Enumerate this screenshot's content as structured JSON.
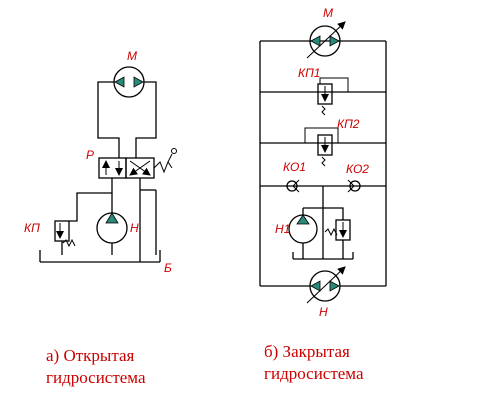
{
  "labels": {
    "a_motor": "М",
    "a_distributor": "Р",
    "a_relief_valve": "КП",
    "a_pump": "Н",
    "a_tank": "Б",
    "b_motor": "М",
    "b_relief_valve_1": "КП1",
    "b_relief_valve_2": "КП2",
    "b_check_valve_1": "КО1",
    "b_check_valve_2": "КО2",
    "b_boost_pump": "Н1",
    "b_main_pump": "Н"
  },
  "captions": {
    "open_line1": "а) Открытая",
    "open_line2": "гидросистема",
    "closed_line1": "б) Закрытая",
    "closed_line2": "гидросистема"
  },
  "colors": {
    "lines": "#000000",
    "labels": "#cc0000",
    "symbol_fill": "#2a8a7a"
  },
  "icons": [
    "hydraulic-motor-icon",
    "directional-valve-icon",
    "relief-valve-icon",
    "pump-icon",
    "tank-icon",
    "variable-pump-icon",
    "variable-motor-icon",
    "check-valve-icon"
  ]
}
